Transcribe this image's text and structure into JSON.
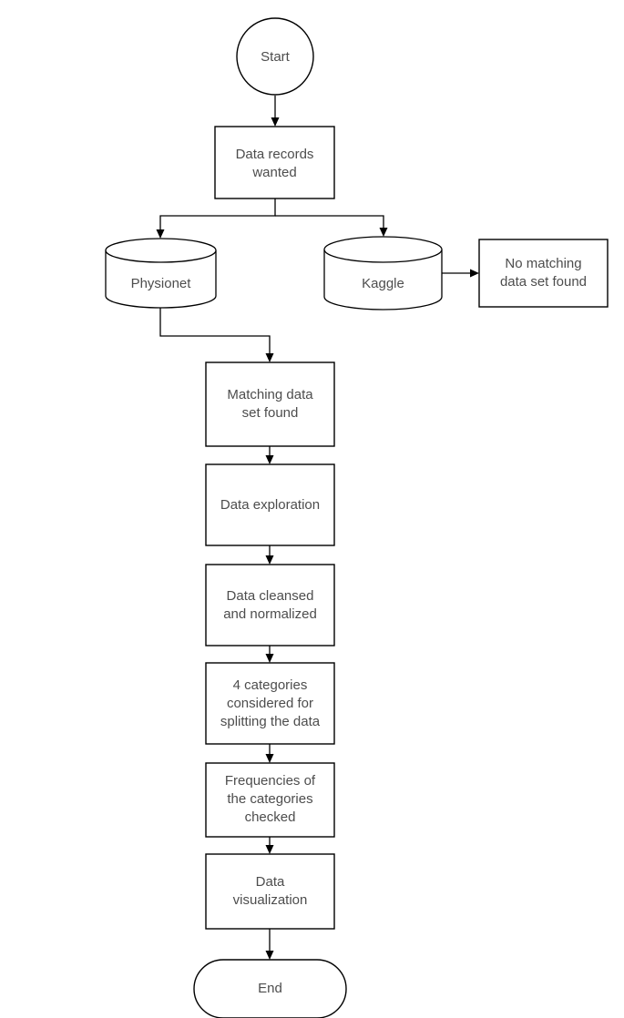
{
  "diagram": {
    "title": "Data science workflow flowchart",
    "type": "flowchart",
    "colors": {
      "stroke": "#000000",
      "fill": "#ffffff",
      "text": "#4d4d4d",
      "background": "#ffffff"
    },
    "nodes": [
      {
        "id": "start",
        "shape": "circle",
        "label": "Start",
        "lines": [
          "Start"
        ]
      },
      {
        "id": "data-records-wanted",
        "shape": "rectangle",
        "label": "Data records wanted",
        "lines": [
          "Data records",
          "wanted"
        ]
      },
      {
        "id": "physionet",
        "shape": "cylinder",
        "label": "Physionet",
        "lines": [
          "Physionet"
        ]
      },
      {
        "id": "kaggle",
        "shape": "cylinder",
        "label": "Kaggle",
        "lines": [
          "Kaggle"
        ]
      },
      {
        "id": "no-matching-data-set-found",
        "shape": "rectangle",
        "label": "No matching data set found",
        "lines": [
          "No matching",
          "data set found"
        ]
      },
      {
        "id": "matching-data-set-found",
        "shape": "rectangle",
        "label": "Matching data set found",
        "lines": [
          "Matching data",
          "set found"
        ]
      },
      {
        "id": "data-exploration",
        "shape": "rectangle",
        "label": "Data exploration",
        "lines": [
          "Data exploration"
        ]
      },
      {
        "id": "data-cleansed-and-normalized",
        "shape": "rectangle",
        "label": "Data cleansed and normalized",
        "lines": [
          "Data cleansed",
          "and normalized"
        ]
      },
      {
        "id": "categories-considered",
        "shape": "rectangle",
        "label": "4 categories considered for splitting the data",
        "lines": [
          "4 categories",
          "considered for",
          "splitting the data"
        ]
      },
      {
        "id": "frequencies-checked",
        "shape": "rectangle",
        "label": "Frequencies of the categories checked",
        "lines": [
          "Frequencies of",
          "the categories",
          "checked"
        ]
      },
      {
        "id": "data-visualization",
        "shape": "rectangle",
        "label": "Data visualization",
        "lines": [
          "Data",
          "visualization"
        ]
      },
      {
        "id": "end",
        "shape": "stadium",
        "label": "End",
        "lines": [
          "End"
        ]
      }
    ],
    "edges": [
      {
        "from": "start",
        "to": "data-records-wanted"
      },
      {
        "from": "data-records-wanted",
        "to": "physionet"
      },
      {
        "from": "data-records-wanted",
        "to": "kaggle"
      },
      {
        "from": "kaggle",
        "to": "no-matching-data-set-found"
      },
      {
        "from": "physionet",
        "to": "matching-data-set-found"
      },
      {
        "from": "matching-data-set-found",
        "to": "data-exploration"
      },
      {
        "from": "data-exploration",
        "to": "data-cleansed-and-normalized"
      },
      {
        "from": "data-cleansed-and-normalized",
        "to": "categories-considered"
      },
      {
        "from": "categories-considered",
        "to": "frequencies-checked"
      },
      {
        "from": "frequencies-checked",
        "to": "data-visualization"
      },
      {
        "from": "data-visualization",
        "to": "end"
      }
    ]
  }
}
